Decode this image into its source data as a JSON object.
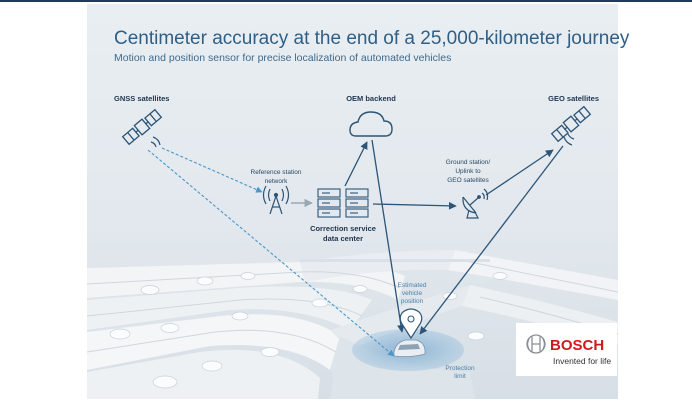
{
  "header": {
    "title": "Centimeter accuracy at the end of a 25,000-kilometer journey",
    "subtitle": "Motion and position sensor for precise localization of automated vehicles"
  },
  "nodes": {
    "gnss_satellites": "GNSS satellites",
    "oem_backend": "OEM backend",
    "geo_satellites": "GEO satellites",
    "reference_station": [
      "Reference station",
      "network"
    ],
    "correction_service": [
      "Correction service",
      "data center"
    ],
    "ground_station": [
      "Ground station/",
      "Uplink to",
      "GEO satellites"
    ],
    "estimated_position": [
      "Estimated",
      "vehicle",
      "position"
    ],
    "protection_limit": [
      "Protection",
      "limit"
    ]
  },
  "logo": {
    "wordmark": "BOSCH",
    "tagline": "Invented for life"
  },
  "colors": {
    "accent": "#2f5f86",
    "arrow": "#2c5577",
    "dashed": "#4a97c9",
    "brand_red": "#d1181c"
  }
}
